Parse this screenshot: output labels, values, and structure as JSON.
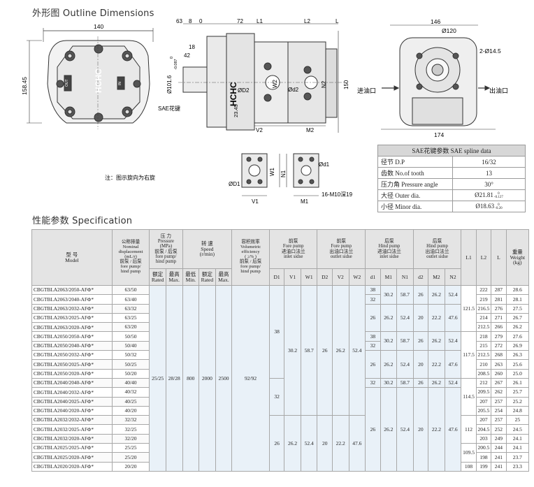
{
  "outline": {
    "title": "外形图  Outline Dimensions",
    "front": {
      "w140": "140",
      "h158": "158.45",
      "logo": "HCHC",
      "out": "OUT",
      "in": "IN"
    },
    "side": {
      "dims": [
        "63",
        "8",
        "0",
        "72",
        "L1",
        "L2",
        "L",
        "18",
        "42",
        "Ø101.6",
        "-0.087",
        "0",
        "SAE花键",
        "ØD2",
        "Ød2",
        "W2",
        "N2",
        "150",
        "V2",
        "M2",
        "23.45",
        "HCHC"
      ],
      "d0": "0",
      "dtol": "-0.087"
    },
    "end": {
      "w146": "146",
      "d120": "Ø120",
      "holes": "2-Ø14.5",
      "w174": "174",
      "inlet": "进油口",
      "outlet": "出油口"
    },
    "flange": {
      "d1": "ØD1",
      "w1": "W1",
      "n1": "N1",
      "v1": "V1",
      "sd1": "Ød1",
      "m1": "M1",
      "thread": "16-M10深19"
    },
    "note": "注：图示旋向为右旋"
  },
  "sae": {
    "title": "SAE花键参数  SAE spline data",
    "rows": [
      {
        "k": "径节  D.P",
        "v": "16/32"
      },
      {
        "k": "齿数  No.of tooth",
        "v": "13"
      },
      {
        "k": "压力角  Pressure angle",
        "v": "30°"
      },
      {
        "k": "大径  Outer dia.",
        "v": "Ø21.81",
        "sup": "0",
        "sub": "-0.127"
      },
      {
        "k": "小径  Minor dia.",
        "v": "Ø18.63",
        "sup": "0",
        "sub": "-0.20"
      }
    ]
  },
  "spec": {
    "title": "性能参数  Specification",
    "head": {
      "model": "型    号\nModel",
      "disp": "公称排量\nNominal\ndisplacement\n(mL/r)\n前泵 / 后泵\nfore pump/\nhind pump",
      "pressure": "压  力\nPressure\n(MPa)\n前泵 / 后泵\nfore pump/\nhind pump",
      "rated": "额定\nRated",
      "max": "最高\nMax.",
      "speed": "转  速\nSpeed\n(r/min)",
      "min": "最低\nMin.",
      "srated": "额定\nRated",
      "smax": "最高\nMax.",
      "eff": "容积效率\nVolumetric\nefficiency\n( ≥% )\n前泵 / 后泵\nfore pump/\nhind pump",
      "g1": "前泵\nFore pump\n进油口法兰\ninlet sidse",
      "g2": "前泵\nFore pump\n出油口法兰\noutlet sidse",
      "g3": "后泵\nHind pump\n进油口法兰\ninlet sidse",
      "g4": "后泵\nHind pump\n出油口法兰\noutlet sidse",
      "D1": "D1",
      "V1": "V1",
      "W1": "W1",
      "D2": "D2",
      "V2": "V2",
      "W2": "W2",
      "d1": "d1",
      "M1": "M1",
      "N1": "N1",
      "d2": "d2",
      "M2": "M2",
      "N2": "N2",
      "L1": "L1",
      "L2": "L2",
      "L": "L",
      "weight": "重量\nWeight\n(kg)"
    },
    "models": [
      "CBGTBLA2063/2050-AFΦ*",
      "CBGTBLA2063/2040-AFΦ*",
      "CBGTBLA2063/2032-AFΦ*",
      "CBGTBLA2063/2025-AFΦ*",
      "CBGTBLA2063/2020-AFΦ*",
      "CBGTBLA2050/2050-AFΦ*",
      "CBGTBLA2050/2040-AFΦ*",
      "CBGTBLA2050/2032-AFΦ*",
      "CBGTBLA2050/2025-AFΦ*",
      "CBGTBLA2050/2020-AFΦ*",
      "CBGTBLA2040/2040-AFΦ*",
      "CBGTBLA2040/2032-AFΦ*",
      "CBGTBLA2040/2025-AFΦ*",
      "CBGTBLA2040/2020-AFΦ*",
      "CBGTBLA2032/2032-AFΦ*",
      "CBGTBLA2032/2025-AFΦ*",
      "CBGTBLA2032/2020-AFΦ*",
      "CBGTBLA2025/2025-AFΦ*",
      "CBGTBLA2025/2020-AFΦ*",
      "CBGTBLA2020/2020-AFΦ*"
    ],
    "disp": [
      "63/50",
      "63/40",
      "63/32",
      "63/25",
      "63/20",
      "50/50",
      "50/40",
      "50/32",
      "50/25",
      "50/20",
      "40/40",
      "40/32",
      "40/25",
      "40/20",
      "32/32",
      "32/25",
      "32/20",
      "25/25",
      "25/20",
      "20/20"
    ],
    "common": {
      "rated": "25/25",
      "max": "28/28",
      "min": "800",
      "srated": "2000",
      "smax": "2500",
      "eff": "92/92"
    },
    "fore_in": {
      "D1_a": "38",
      "D1_b": "32",
      "D1_c": "26",
      "V1_a": "30.2",
      "W1_a": "58.7",
      "V1_c": "26.2",
      "W1_c": "52.4"
    },
    "fore_out": {
      "D2_a": "26",
      "V2_a": "26.2",
      "W2_a": "52.4",
      "D2_c": "20",
      "V2_c": "22.2",
      "W2_c": "47.6"
    },
    "hind_in": {
      "d1": [
        "38",
        "32",
        "26",
        "38",
        "32",
        "26",
        "32",
        "26"
      ],
      "M1": [
        "30.2",
        "26.2",
        "30.2",
        "26.2",
        "30.2",
        "26.2"
      ],
      "N1": [
        "58.7",
        "52.4",
        "58.7",
        "52.4",
        "58.7",
        "52.4"
      ]
    },
    "hind_out": {
      "d2": [
        "26",
        "20",
        "26",
        "20",
        "26",
        "20"
      ],
      "M2": [
        "26.2",
        "22.2",
        "26.2",
        "22.2",
        "26.2",
        "22.2"
      ],
      "N2": [
        "52.4",
        "47.6",
        "52.4",
        "47.6",
        "52.4",
        "47.6"
      ]
    },
    "L1": [
      "121.5",
      "117.5",
      "114.5",
      "112",
      "109.5",
      "108"
    ],
    "L2": [
      "222",
      "219",
      "216.5",
      "214",
      "212.5",
      "218",
      "215",
      "212.5",
      "210",
      "208.5",
      "212",
      "209.5",
      "207",
      "205.5",
      "207",
      "204.5",
      "203",
      "200.5",
      "198",
      "199"
    ],
    "L": [
      "287",
      "281",
      "276",
      "271",
      "266",
      "279",
      "272",
      "268",
      "263",
      "260",
      "267",
      "262",
      "257",
      "254",
      "257",
      "252",
      "249",
      "244",
      "241",
      "241"
    ],
    "weight": [
      "28.6",
      "28.1",
      "27.5",
      "26.7",
      "26.2",
      "27.6",
      "26.9",
      "26.3",
      "25.6",
      "25.0",
      "26.1",
      "25.7",
      "25.2",
      "24.8",
      "25",
      "24.5",
      "24.1",
      "24.1",
      "23.7",
      "23.3"
    ]
  }
}
